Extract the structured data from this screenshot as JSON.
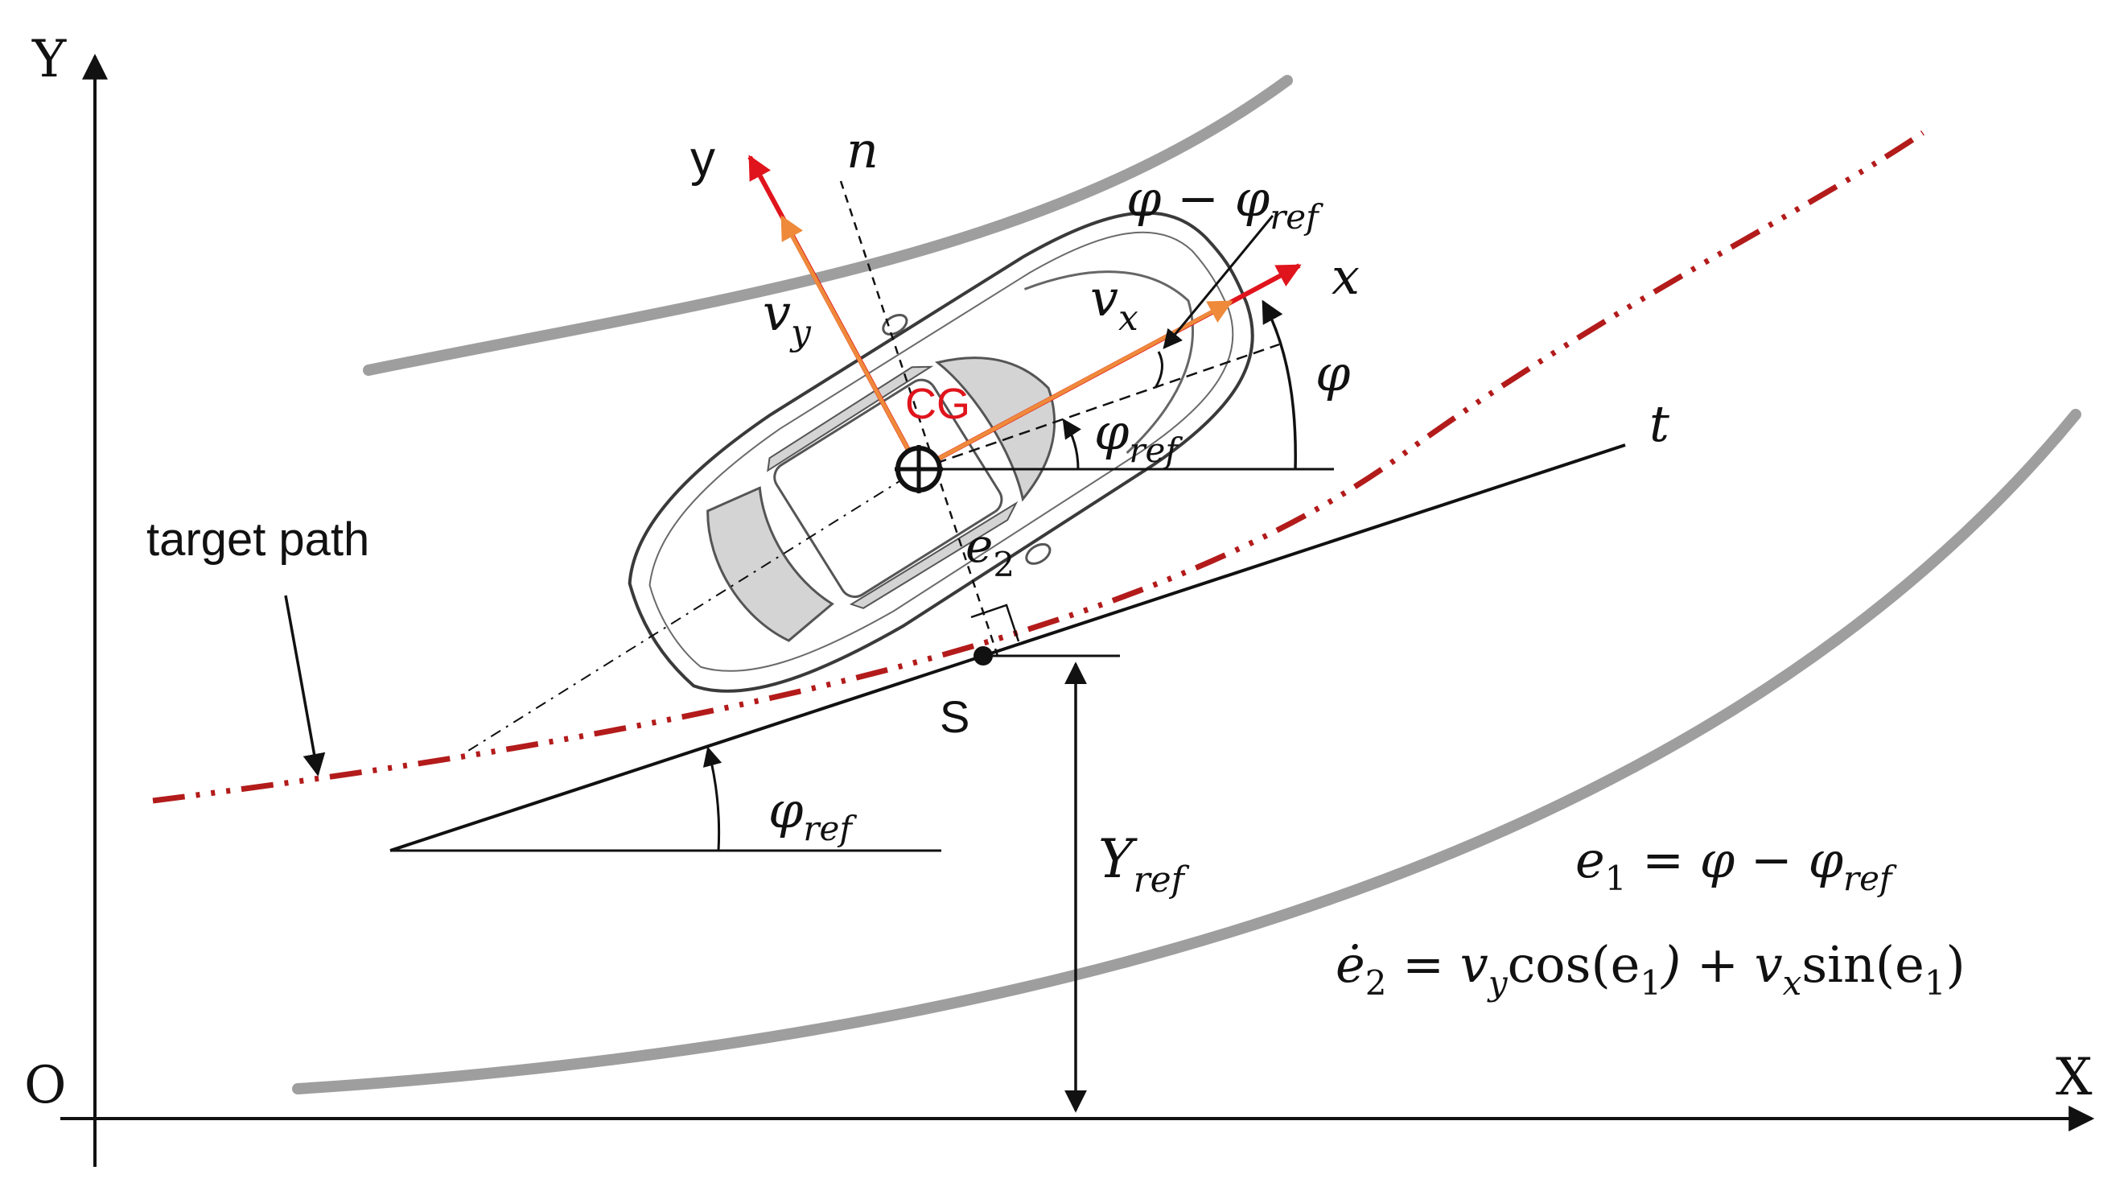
{
  "axes": {
    "y_axis_label": "Y",
    "x_axis_label": "X",
    "origin_label": "O"
  },
  "vehicle_frame": {
    "y_label": "y",
    "x_label": "x",
    "n_label": "n",
    "t_label": "t",
    "cg_label": "CG",
    "vy_main": "v",
    "vy_sub": "y",
    "vx_main": "v",
    "vx_sub": "x"
  },
  "path": {
    "target_label": "target path",
    "s_label": "S",
    "e2_main": "e",
    "e2_sub": "2"
  },
  "angles": {
    "phi": "φ",
    "phi_minus_ref_main": "φ − φ",
    "phi_minus_ref_sub": "ref",
    "phi_ref_main": "φ",
    "phi_ref_sub": "ref"
  },
  "reference": {
    "yref_main": "Y",
    "yref_sub": "ref"
  },
  "equations": {
    "eq1_main": "e",
    "eq1_sub": "1",
    "eq1_rhs_main": " = φ − φ",
    "eq1_rhs_sub": "ref",
    "eq2_e": "ė",
    "eq2_e_sub": "2",
    "eq2_eq": " = v",
    "eq2_vy_sub": "y",
    "eq2_cos": "cos(e",
    "eq2_cos_sub": "1",
    "eq2_mid": ") + v",
    "eq2_vx_sub": "x",
    "eq2_sin": "sin(e",
    "eq2_sin_sub": "1",
    "eq2_end": ")"
  },
  "colors": {
    "red": "#e0141c",
    "dark_red": "#b31b1b",
    "orange": "#ee8a3a",
    "gray_road": "#9e9e9e",
    "black": "#111111"
  }
}
